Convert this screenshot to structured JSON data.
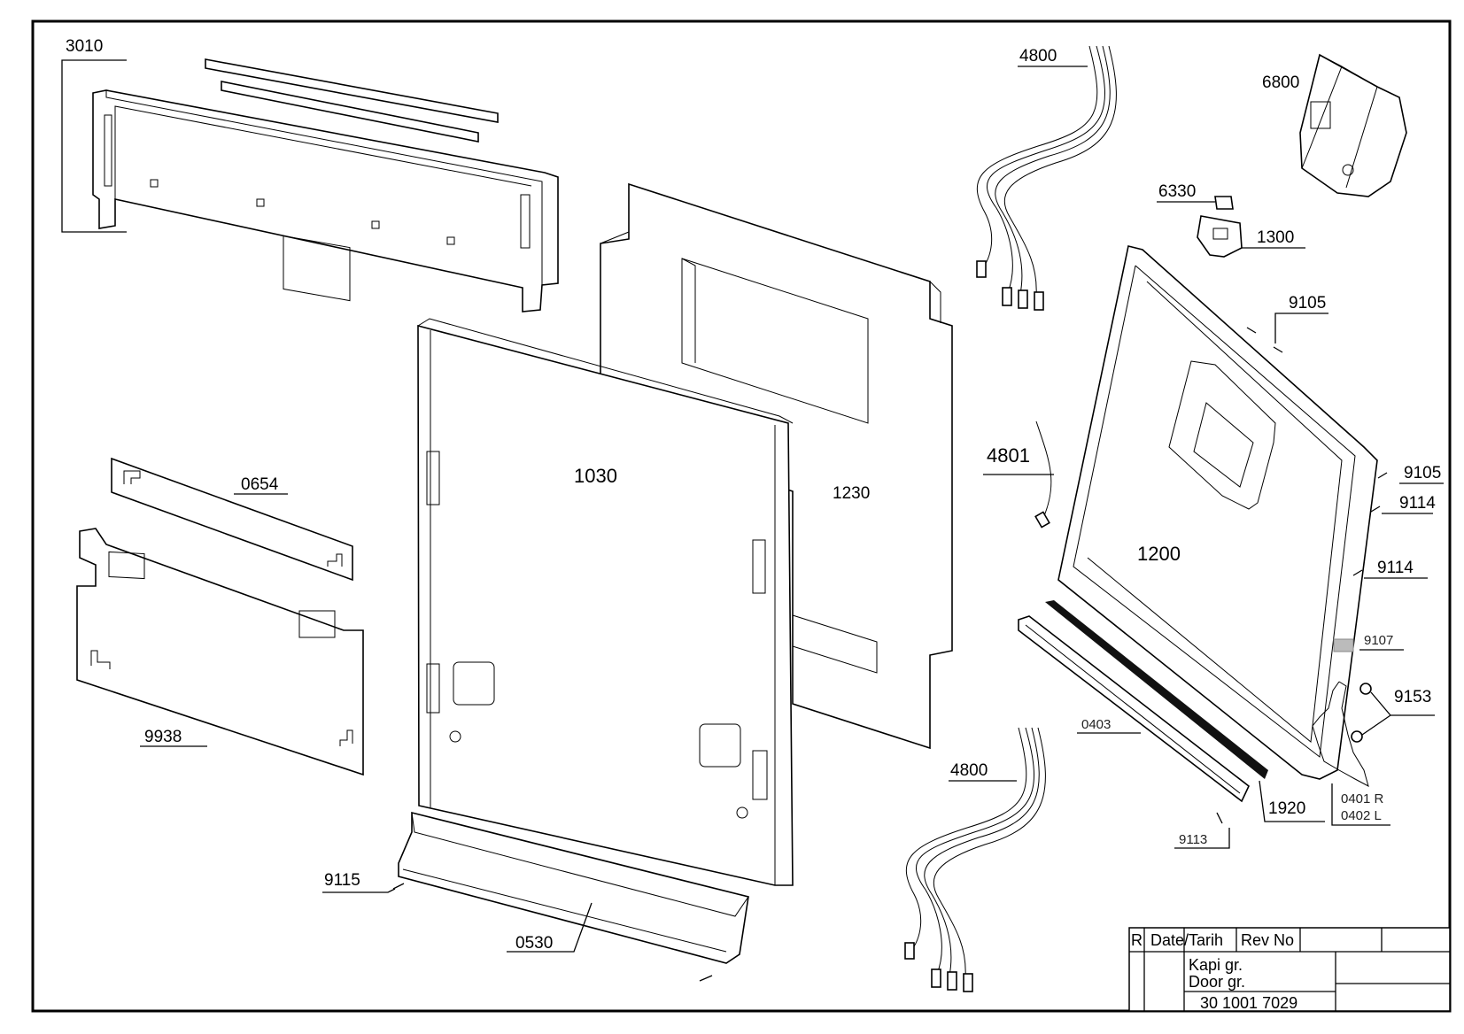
{
  "labels": {
    "p3010": "3010",
    "p4800a": "4800",
    "p6800": "6800",
    "p6330": "6330",
    "p1300": "1300",
    "p9105a": "9105",
    "p4801": "4801",
    "p9105b": "9105",
    "p9114a": "9114",
    "p9114b": "9114",
    "p1200": "1200",
    "p9107": "9107",
    "p9153": "9153",
    "p0401": "0401 R",
    "p0402": "0402 L",
    "p1920": "1920",
    "p0403": "0403",
    "p9113": "9113",
    "p4800b": "4800",
    "p0654": "0654",
    "p1030": "1030",
    "p1230": "1230",
    "p9938": "9938",
    "p9115": "9115",
    "p0530": "0530"
  },
  "title_block": {
    "rev_col": "R",
    "date_col": "Date/Tarih",
    "revno_col": "Rev No",
    "name_tr": "Kapi gr.",
    "name_en": "Door gr.",
    "part_number": "30 1001 7029"
  }
}
